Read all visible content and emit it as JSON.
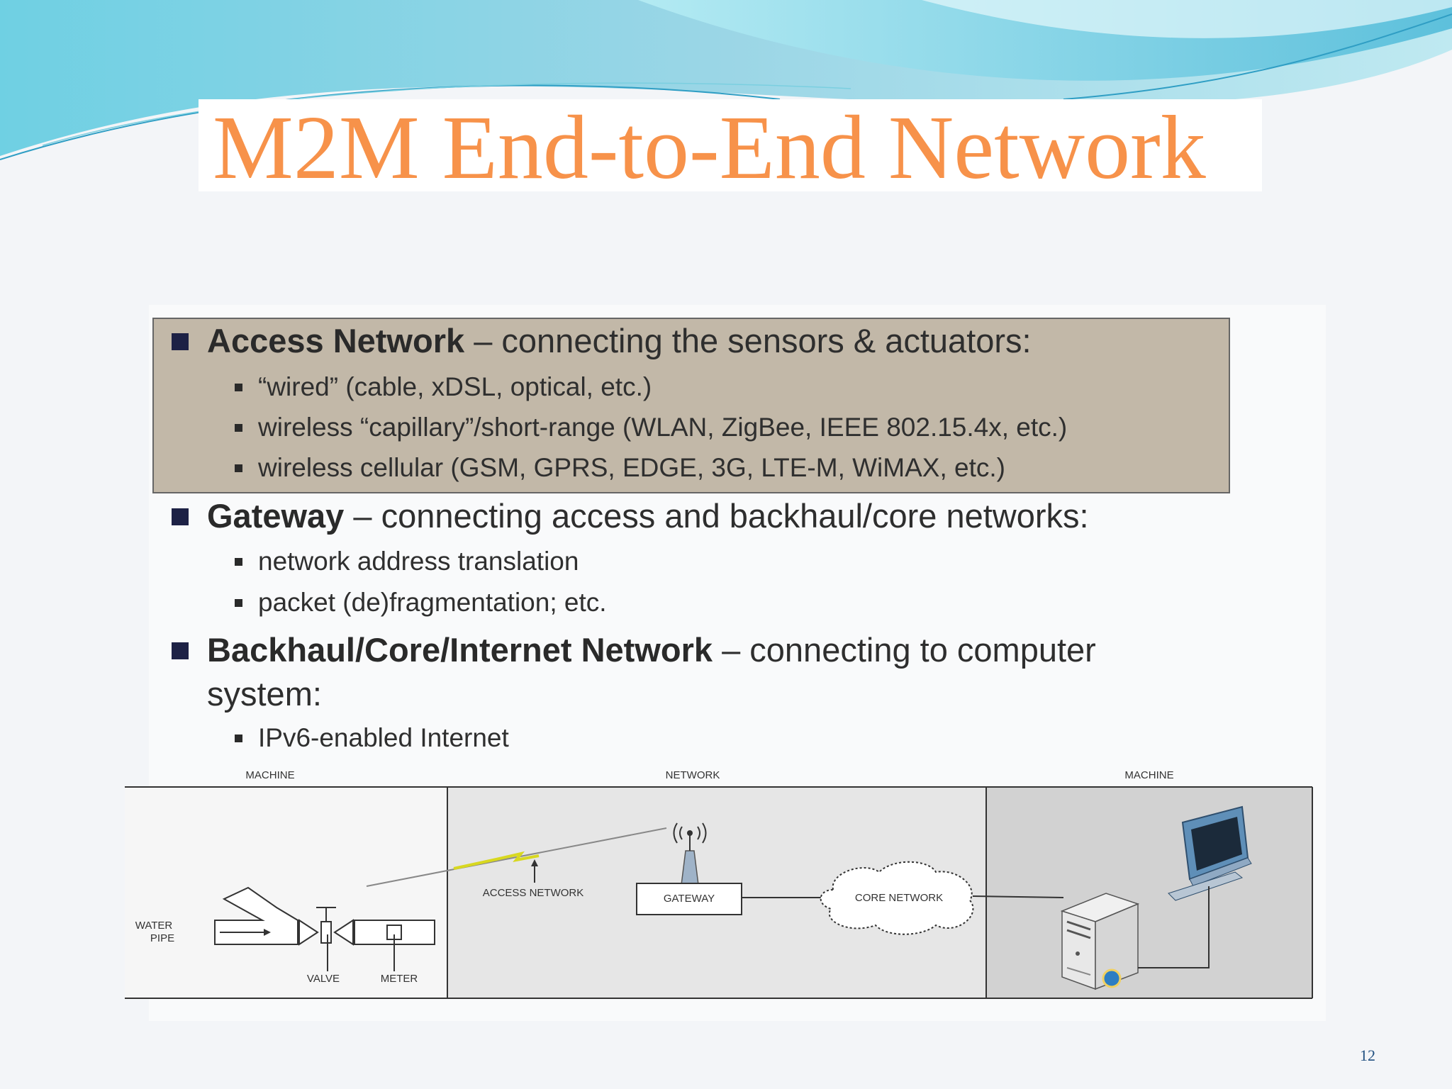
{
  "slide": {
    "title": "M2M End-to-End Network",
    "number": "12"
  },
  "bullets": [
    {
      "heading": "Access Network",
      "text": " – connecting the sensors & actuators:",
      "sub": [
        "“wired” (cable, xDSL, optical, etc.)",
        "wireless “capillary”/short-range (WLAN, ZigBee, IEEE 802.15.4x, etc.)",
        "wireless cellular (GSM, GPRS, EDGE, 3G, LTE-M, WiMAX, etc.)"
      ]
    },
    {
      "heading": "Gateway",
      "text": " – connecting access and backhaul/core networks:",
      "sub": [
        "network address translation",
        "packet (de)fragmentation; etc."
      ]
    },
    {
      "heading": "Backhaul/Core/Internet Network",
      "text": " – connecting to computer",
      "text_line2": "system:",
      "sub": [
        "IPv6-enabled Internet"
      ]
    }
  ],
  "diagram": {
    "header_left": "MACHINE",
    "header_center": "NETWORK",
    "header_right": "MACHINE",
    "water_pipe_line1": "WATER",
    "water_pipe_line2": "PIPE",
    "valve": "VALVE",
    "meter": "METER",
    "access_network": "ACCESS NETWORK",
    "gateway": "GATEWAY",
    "core_network": "CORE NETWORK"
  },
  "colors": {
    "title": "#f7924a",
    "access_box": "#c2b8a8",
    "bullet_square": "#1d2145",
    "banner_light": "#a8e6ef",
    "banner_dark": "#3aaed0"
  },
  "icons": [
    "antenna-icon",
    "server-icon",
    "monitor-icon",
    "globe-icon",
    "lightning-icon"
  ]
}
